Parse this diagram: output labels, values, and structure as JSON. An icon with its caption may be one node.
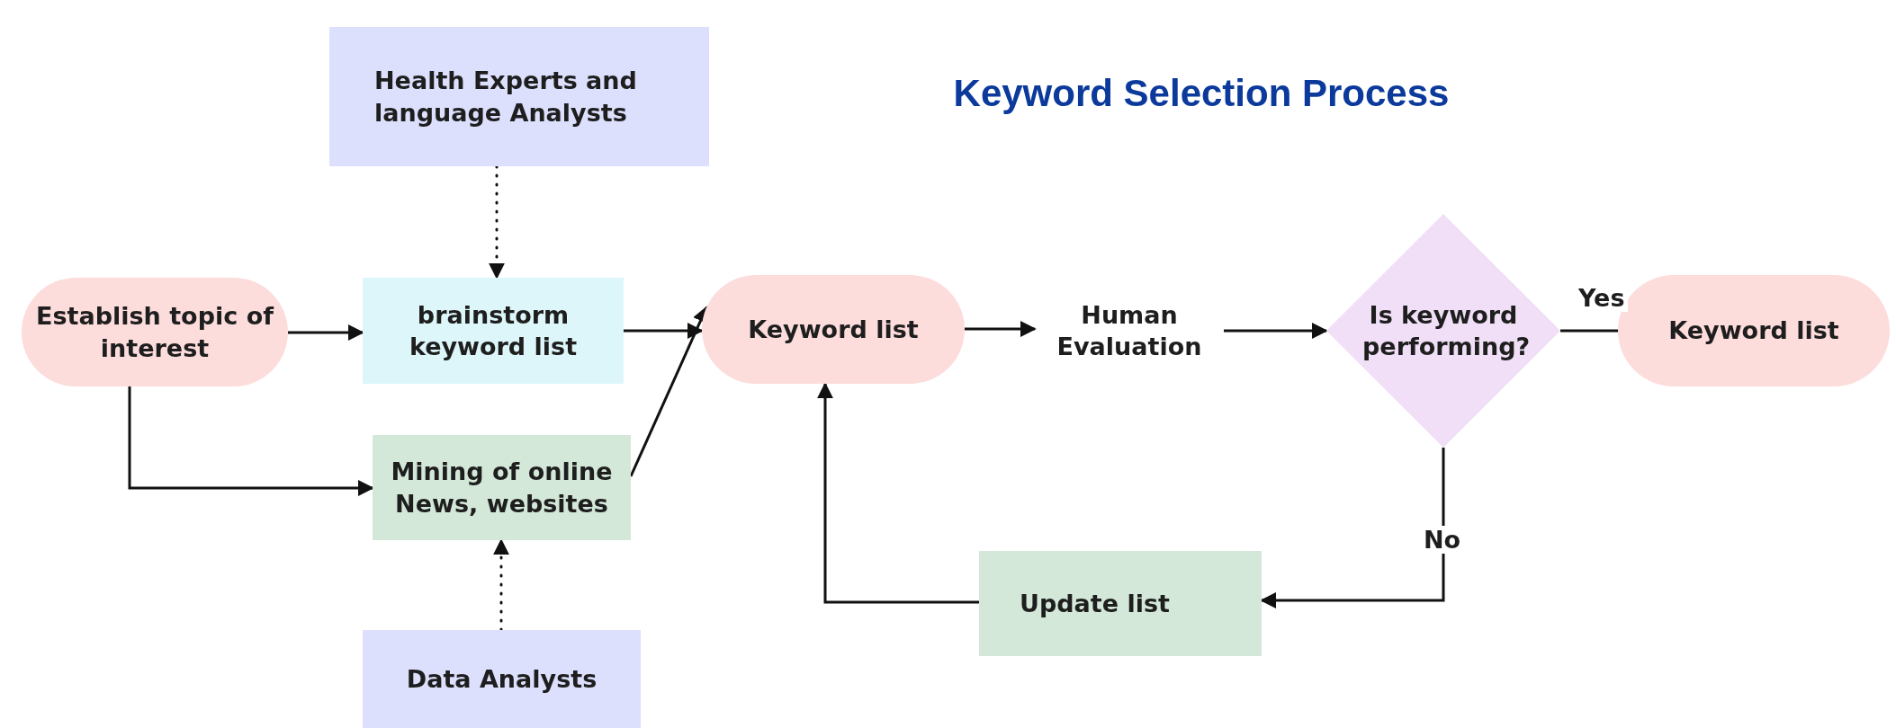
{
  "diagram": {
    "title": "Keyword Selection Process",
    "nodes": [
      {
        "text": [
          "Health Experts and language Analysts"
        ]
      },
      {
        "text": [
          "Establish topic of interest"
        ]
      },
      {
        "text": [
          "brainstorm keyword list"
        ]
      },
      {
        "text": [
          "Mining of online News, websites"
        ]
      },
      {
        "text": [
          "Data Analysts"
        ]
      },
      {
        "text": [
          "Keyword list"
        ]
      },
      {
        "text": [
          "Human Evaluation"
        ]
      },
      {
        "text": [
          "Is keyword performing?"
        ]
      },
      {
        "text": [
          "Keyword list"
        ]
      },
      {
        "text": [
          "Update list"
        ]
      }
    ],
    "edges": [
      {
        "from": 0,
        "to": 2,
        "arrow": "to",
        "style": "dashed"
      },
      {
        "from": 1,
        "to": 2,
        "arrow": "to"
      },
      {
        "from": 1,
        "to": 3,
        "arrow": "to"
      },
      {
        "from": 4,
        "to": 3,
        "arrow": "to",
        "style": "dashed"
      },
      {
        "from": 2,
        "to": 5,
        "arrow": "to"
      },
      {
        "from": 3,
        "to": 5,
        "arrow": "to"
      },
      {
        "from": 5,
        "to": 6,
        "arrow": "to"
      },
      {
        "from": 6,
        "to": 7,
        "arrow": "to"
      },
      {
        "from": 7,
        "to": 8,
        "arrow": "none",
        "label": "Yes"
      },
      {
        "from": 7,
        "to": 9,
        "arrow": "to",
        "label": "No"
      },
      {
        "from": 9,
        "to": 5,
        "arrow": "to"
      }
    ]
  }
}
